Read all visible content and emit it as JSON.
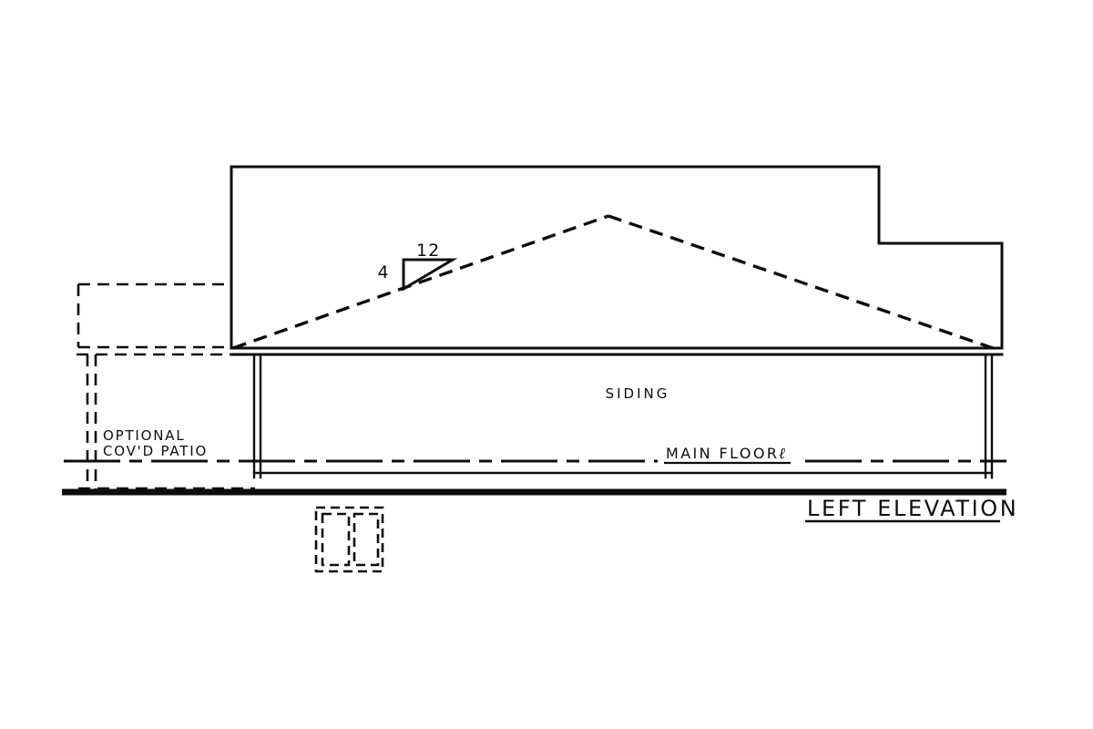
{
  "drawing": {
    "title": "LEFT ELEVATION",
    "sheet_background": "#ffffff",
    "line_color": "#0d0d0d",
    "annotations": {
      "siding": "SIDING",
      "main_floor": "MAIN FLOOR",
      "main_floor_mark": "ℓ",
      "patio_line1": "OPTIONAL",
      "patio_line2": "COV'D PATIO"
    },
    "roof_pitch": {
      "rise": "4",
      "run": "12"
    }
  }
}
